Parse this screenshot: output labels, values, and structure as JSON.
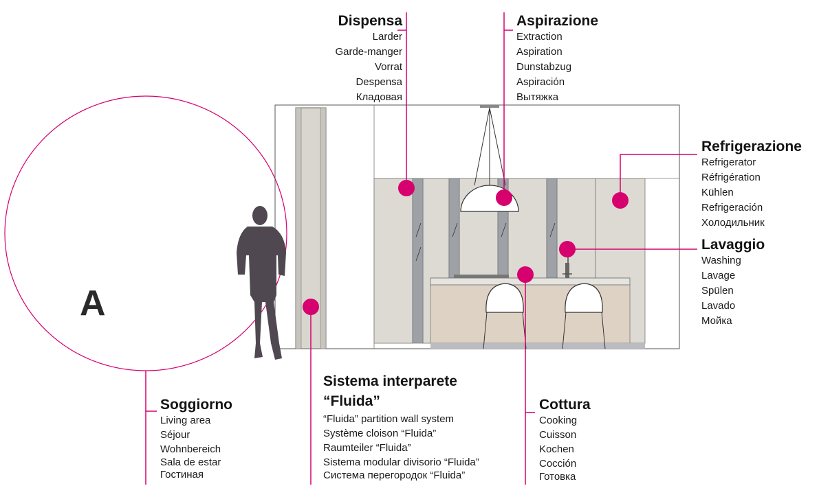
{
  "marker_letter": "A",
  "accent_color": "#d6006e",
  "labels": {
    "dispensa": {
      "title": "Dispensa",
      "subs": [
        "Larder",
        "Garde-manger",
        "Vorrat",
        "Despensa",
        "Кладовая"
      ]
    },
    "aspirazione": {
      "title": "Aspirazione",
      "subs": [
        "Extraction",
        "Aspiration",
        "Dunstabzug",
        "Aspiración",
        "Вытяжка"
      ]
    },
    "refrigerazione": {
      "title": "Refrigerazione",
      "subs": [
        "Refrigerator",
        "Réfrigération",
        "Kühlen",
        "Refrigeración",
        "Холодильник"
      ]
    },
    "lavaggio": {
      "title": "Lavaggio",
      "subs": [
        "Washing",
        "Lavage",
        "Spülen",
        "Lavado",
        "Мойка"
      ]
    },
    "soggiorno": {
      "title": "Soggiorno",
      "subs": [
        "Living area",
        "Séjour",
        "Wohnbereich",
        "Sala de estar",
        "Гостиная"
      ]
    },
    "sistema": {
      "title_line1": "Sistema interparete",
      "title_line2": "“Fluida”",
      "subs": [
        "“Fluida” partition wall system",
        "Système cloison “Fluida”",
        "Raumteiler “Fluida”",
        "Sistema modular divisorio “Fluida”",
        "Система перегородок “Fluida”"
      ]
    },
    "cottura": {
      "title": "Cottura",
      "subs": [
        "Cooking",
        "Cuisson",
        "Kochen",
        "Cocción",
        "Готовка"
      ]
    }
  }
}
